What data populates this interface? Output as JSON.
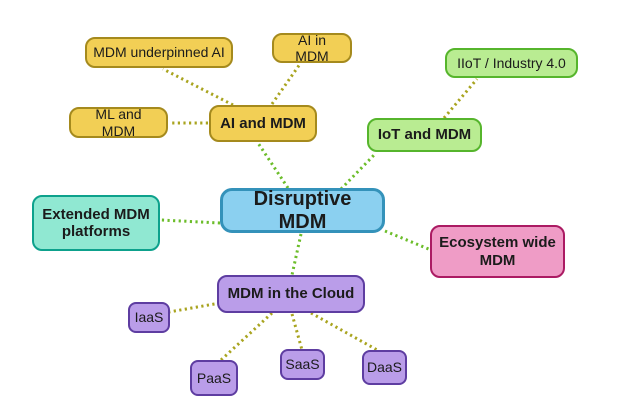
{
  "diagram": {
    "root_label": "Disruptive MDM"
  },
  "colors": {
    "background": "#ffffff",
    "text": "#1b1b1b",
    "branch_line": "#6cbd2a",
    "leaf_line": "#a9a41f"
  },
  "palettes": {
    "blue": {
      "fill": "#8bd0f0",
      "border": "#3492ba"
    },
    "yellow": {
      "fill": "#f2cf55",
      "border": "#a58a1d"
    },
    "green": {
      "fill": "#b9ec92",
      "border": "#56b52c"
    },
    "teal": {
      "fill": "#90e8d2",
      "border": "#0da18c"
    },
    "pink": {
      "fill": "#ef9cc6",
      "border": "#ab1b63"
    },
    "purple": {
      "fill": "#ba9de9",
      "border": "#5e3da1"
    }
  },
  "nodes": [
    {
      "id": "center",
      "label": "Disruptive MDM",
      "palette": "blue",
      "level": "root"
    },
    {
      "id": "ai",
      "label": "AI and MDM",
      "palette": "yellow",
      "level": "branch",
      "parent": "center"
    },
    {
      "id": "underpinned",
      "label": "MDM underpinned AI",
      "palette": "yellow",
      "level": "leaf",
      "parent": "ai"
    },
    {
      "id": "aiin",
      "label": "AI in MDM",
      "palette": "yellow",
      "level": "leaf",
      "parent": "ai"
    },
    {
      "id": "ml",
      "label": "ML and MDM",
      "palette": "yellow",
      "level": "leaf",
      "parent": "ai"
    },
    {
      "id": "iot",
      "label": "IoT and MDM",
      "palette": "green",
      "level": "branch",
      "parent": "center"
    },
    {
      "id": "iiot",
      "label": "IIoT / Industry 4.0",
      "palette": "green",
      "level": "leaf",
      "parent": "iot"
    },
    {
      "id": "extended",
      "label": "Extended MDM platforms",
      "palette": "teal",
      "level": "branch",
      "parent": "center"
    },
    {
      "id": "ecosystem",
      "label": "Ecosystem wide MDM",
      "palette": "pink",
      "level": "branch",
      "parent": "center"
    },
    {
      "id": "cloud",
      "label": "MDM in the Cloud",
      "palette": "purple",
      "level": "branch",
      "parent": "center"
    },
    {
      "id": "iaas",
      "label": "IaaS",
      "palette": "purple",
      "level": "leaf",
      "parent": "cloud"
    },
    {
      "id": "paas",
      "label": "PaaS",
      "palette": "purple",
      "level": "leaf",
      "parent": "cloud"
    },
    {
      "id": "saas",
      "label": "SaaS",
      "palette": "purple",
      "level": "leaf",
      "parent": "cloud"
    },
    {
      "id": "daas",
      "label": "DaaS",
      "palette": "purple",
      "level": "leaf",
      "parent": "cloud"
    }
  ],
  "edges": [
    {
      "from": "center",
      "to": "ai",
      "type": "branch"
    },
    {
      "from": "center",
      "to": "iot",
      "type": "branch"
    },
    {
      "from": "center",
      "to": "extended",
      "type": "branch"
    },
    {
      "from": "center",
      "to": "ecosystem",
      "type": "branch"
    },
    {
      "from": "center",
      "to": "cloud",
      "type": "branch"
    },
    {
      "from": "ai",
      "to": "underpinned",
      "type": "leaf"
    },
    {
      "from": "ai",
      "to": "aiin",
      "type": "leaf"
    },
    {
      "from": "ai",
      "to": "ml",
      "type": "leaf"
    },
    {
      "from": "iot",
      "to": "iiot",
      "type": "leaf"
    },
    {
      "from": "cloud",
      "to": "iaas",
      "type": "leaf"
    },
    {
      "from": "cloud",
      "to": "paas",
      "type": "leaf"
    },
    {
      "from": "cloud",
      "to": "saas",
      "type": "leaf"
    },
    {
      "from": "cloud",
      "to": "daas",
      "type": "leaf"
    }
  ]
}
